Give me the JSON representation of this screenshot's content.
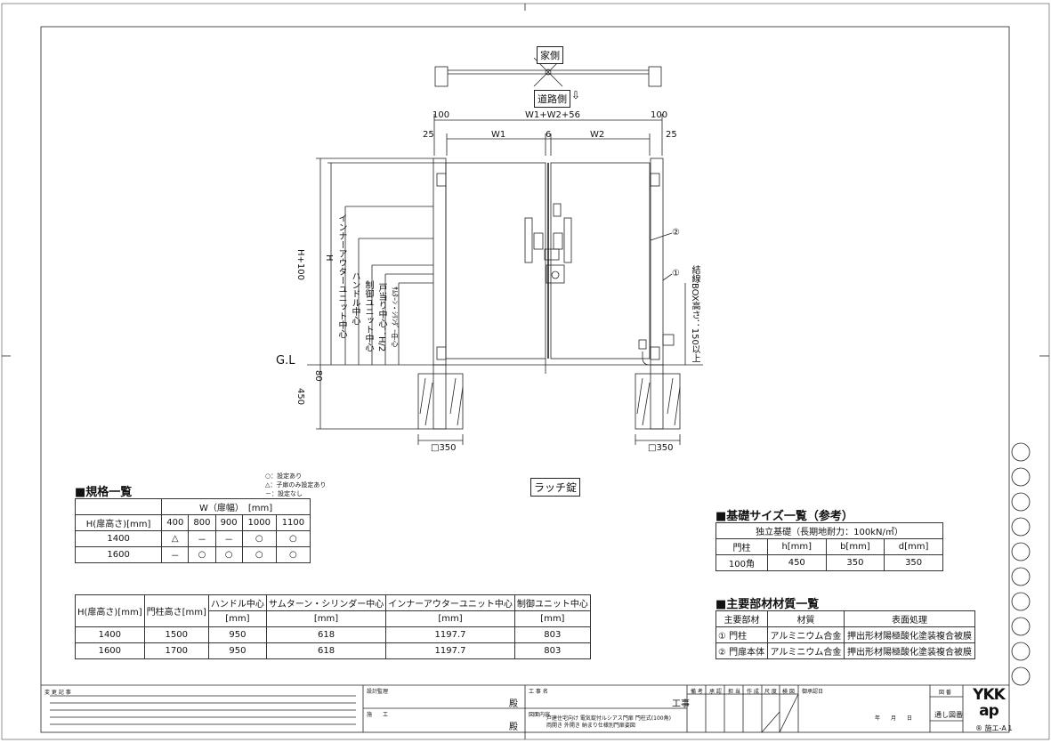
{
  "labels": {
    "house_side": "家側",
    "road_side": "道路側",
    "latch_lock": "ラッチ錠",
    "gl": "G.L"
  },
  "dims": {
    "d100": "100",
    "w_total": "W1+W2+56",
    "d25": "25",
    "w1": "W1",
    "d6": "6",
    "w2": "W2",
    "h100": "H+100",
    "h": "H",
    "d80": "80",
    "d450": "450",
    "base350": "□350",
    "inner_outer": "インナーアウターユニット中心",
    "handle": "ハンドル中心",
    "control": "制御ユニット中心",
    "door_stop": "戸当り中心：H/2",
    "thumbturn": "ｻﾑﾀｰﾝ・ｼﾘﾝﾀﾞｰ中心",
    "wiring": "結線BOX高さ：150以上",
    "callout1": "①",
    "callout2": "②"
  },
  "legend": {
    "l1": "○：設定あり",
    "l2": "△：子扉のみ設定あり",
    "l3": "－：設定なし"
  },
  "spec_table": {
    "title": "■規格一覧",
    "w_header": "W（扉幅）　[mm]",
    "h_header": "H(扉高さ)[mm]",
    "widths": [
      "400",
      "800",
      "900",
      "1000",
      "1100"
    ],
    "rows": [
      {
        "h": "1400",
        "vals": [
          "△",
          "－",
          "－",
          "○",
          "○"
        ]
      },
      {
        "h": "1600",
        "vals": [
          "－",
          "○",
          "○",
          "○",
          "○"
        ]
      }
    ]
  },
  "center_table": {
    "headers": [
      "H(扉高さ)[mm]",
      "門柱高さ[mm]",
      "ハンドル中心",
      "サムターン・シリンダー中心",
      "インナーアウターユニット中心",
      "制御ユニット中心"
    ],
    "unit": "[mm]",
    "rows": [
      [
        "1400",
        "1500",
        "950",
        "618",
        "1197.7",
        "803"
      ],
      [
        "1600",
        "1700",
        "950",
        "618",
        "1197.7",
        "803"
      ]
    ]
  },
  "foundation": {
    "title": "■基礎サイズ一覧（参考）",
    "subtitle": "独立基礎（長期地耐力：100kN/㎡）",
    "headers": [
      "門柱",
      "h[mm]",
      "b[mm]",
      "d[mm]"
    ],
    "row": [
      "100角",
      "450",
      "350",
      "350"
    ]
  },
  "materials": {
    "title": "■主要部材材質一覧",
    "headers": [
      "主要部材",
      "材質",
      "表面処理"
    ],
    "rows": [
      [
        "①  門柱",
        "アルミニウム合金",
        "押出形材陽極酸化塗装複合被膜"
      ],
      [
        "②  門扉本体",
        "アルミニウム合金",
        "押出形材陽極酸化塗装複合被膜"
      ]
    ]
  },
  "title_block": {
    "revision": "変 更 記 事",
    "design_supervisor": "設計監理",
    "dono1": "殿",
    "constructor": "施　　工",
    "dono2": "殿",
    "project_name": "工 事 名",
    "koji": "工事",
    "drawing_content": "図面内容",
    "content_line1": "戸建住宅向け 電気錠付ルシアス門扉 門柱式(100角)",
    "content_line2": "両開き 外開き 納まり仕様別門扉姿図",
    "approvals": [
      "備 考",
      "承 認",
      "担 当",
      "作 成",
      "尺 度",
      "検 図"
    ],
    "approval_date": "御承認日",
    "year_month_day": "年　　月　　日",
    "drawing_no_label": "図 番",
    "drawing_no": "通し図番",
    "brand": "YKK ap",
    "sheet_code": "® 施エ-A１"
  }
}
